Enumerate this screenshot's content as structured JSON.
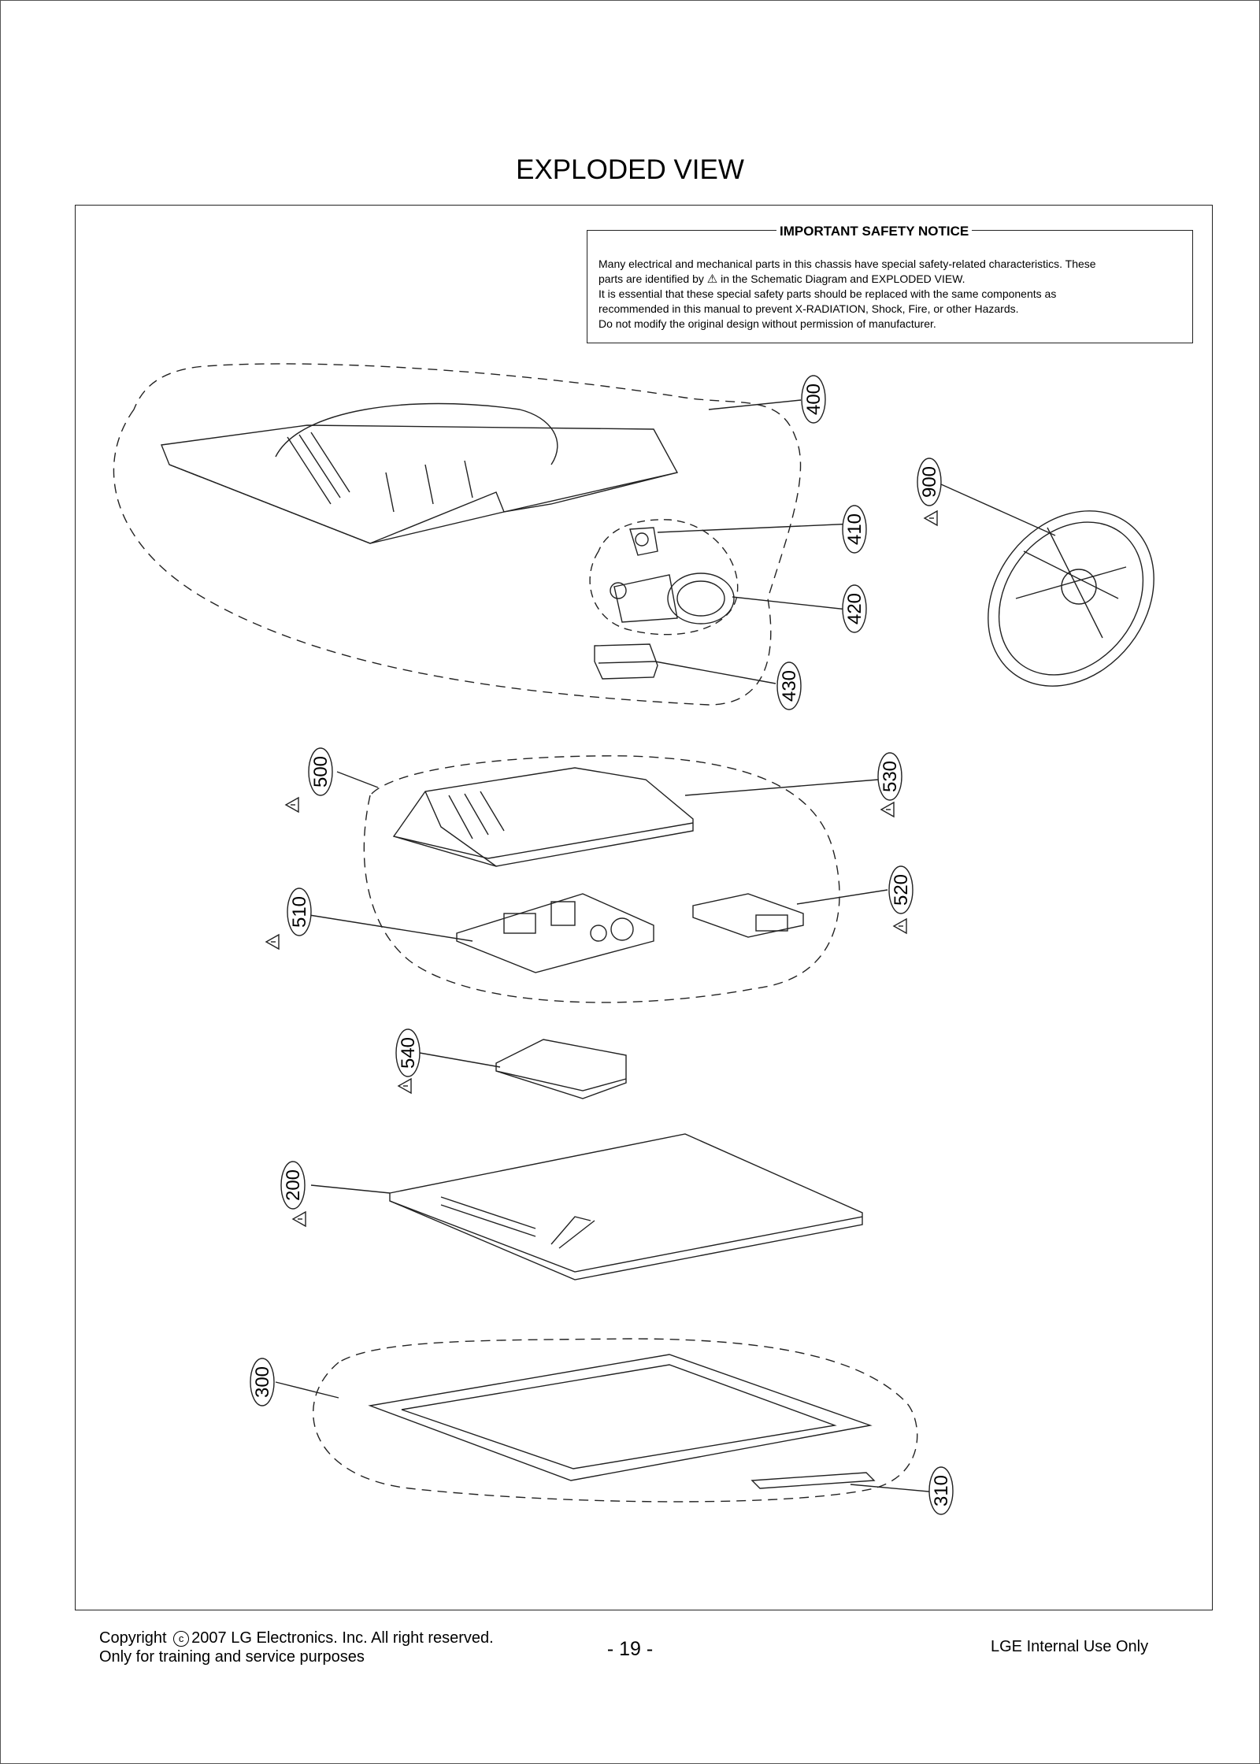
{
  "title": "EXPLODED VIEW",
  "notice": {
    "heading": "IMPORTANT SAFETY NOTICE",
    "line1": "Many electrical and mechanical parts in this chassis have special safety-related characteristics. These",
    "line2a": "parts are identified by",
    "line2b": "in the Schematic Diagram and EXPLODED VIEW.",
    "line3": "It is essential that these special safety parts should be replaced with the same components as",
    "line4": "recommended in this manual to prevent X-RADIATION, Shock, Fire, or other Hazards.",
    "line5": "Do not modify the original design without permission of manufacturer."
  },
  "parts": {
    "p400": "400",
    "p410": "410",
    "p420": "420",
    "p430": "430",
    "p900": "900",
    "p500": "500",
    "p530": "530",
    "p510": "510",
    "p520": "520",
    "p540": "540",
    "p200": "200",
    "p300": "300",
    "p310": "310"
  },
  "safety_mark": "⚠",
  "footer": {
    "copyright_word": "Copyright",
    "copyright_symbol": "c",
    "copyright_rest": "2007 LG Electronics. Inc. All right reserved.",
    "line2": "Only for training and service purposes",
    "page": "- 19 -",
    "internal": "LGE Internal Use Only"
  }
}
